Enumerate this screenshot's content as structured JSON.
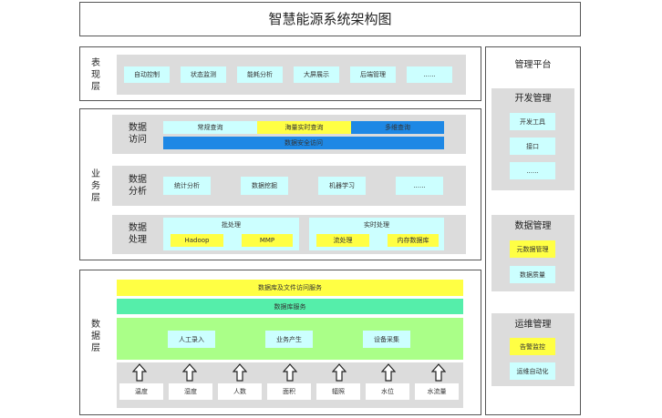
{
  "title": "智慧能源系统架构图",
  "presentation": {
    "label_lines": [
      "表",
      "现",
      "层"
    ],
    "items": [
      "自动控制",
      "状态监测",
      "能耗分析",
      "大屏展示",
      "后端管理",
      "......"
    ]
  },
  "business": {
    "label_lines": [
      "业",
      "务",
      "层"
    ],
    "access": {
      "label_lines": [
        "数据",
        "访问"
      ],
      "items": [
        "常规查询",
        "海量实时查询",
        "多维查询"
      ],
      "security": "数据安全访问"
    },
    "analysis": {
      "label_lines": [
        "数据",
        "分析"
      ],
      "items": [
        "统计分析",
        "数据挖掘",
        "机器学习",
        "......"
      ]
    },
    "processing": {
      "label_lines": [
        "数据",
        "处理"
      ],
      "batch": {
        "title": "批处理",
        "items": [
          "Hadoop",
          "MMP"
        ]
      },
      "realtime": {
        "title": "实时处理",
        "items": [
          "流处理",
          "内存数据库"
        ]
      }
    }
  },
  "data_layer": {
    "label_lines": [
      "数",
      "据",
      "层"
    ],
    "db_file_service": "数据库及文件访问服务",
    "db_service": "数据库服务",
    "inputs": [
      "人工录入",
      "业务产生",
      "设备采集"
    ],
    "sources": [
      "温度",
      "湿度",
      "人数",
      "面积",
      "辐照",
      "水位",
      "水流量"
    ]
  },
  "management": {
    "title": "管理平台",
    "development": {
      "title": "开发管理",
      "items": [
        "开发工具",
        "接口",
        "......"
      ]
    },
    "data": {
      "title": "数据管理",
      "items": [
        "元数据管理",
        "数据质量"
      ]
    },
    "ops": {
      "title": "运维管理",
      "items": [
        "告警监控",
        "运维自动化"
      ]
    }
  },
  "colors": {
    "gray": "#dcdcdc",
    "cyan": "#ccffff",
    "yellow": "#ffff44",
    "blue": "#1e88e5",
    "mint": "#55eeaa",
    "green": "#aaff88"
  }
}
